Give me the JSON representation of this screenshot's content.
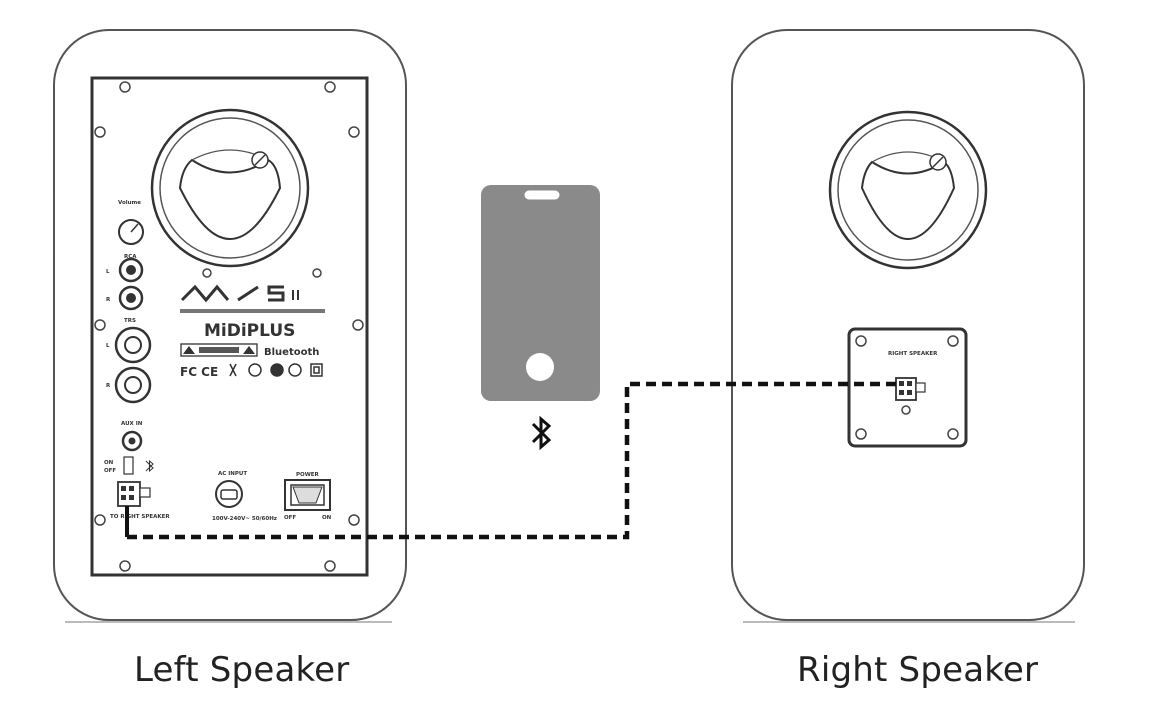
{
  "captions": {
    "left": "Left Speaker",
    "right": "Right Speaker"
  },
  "left_panel": {
    "volume_label": "Volume",
    "rca_label": "RCA",
    "trs_label": "TRS",
    "channel_l": "L",
    "channel_r": "R",
    "aux_label": "AUX IN",
    "switch_on": "ON",
    "switch_off": "OFF",
    "ac_input_label": "AC INPUT",
    "ac_spec": "100V-240V~ 50/60Hz",
    "power_label": "POWER",
    "power_off": "OFF",
    "power_on": "ON",
    "to_right_label": "TO RIGHT SPEAKER",
    "model_logo": "M/5 II",
    "brand_logo": "MiDiPLUS",
    "bluetooth_logo": "Bluetooth",
    "cert_marks": "FC CE"
  },
  "right_panel": {
    "connector_label": "RIGHT SPEAKER"
  },
  "icons": {
    "phone": "smartphone-icon",
    "bluetooth": "bluetooth-icon"
  },
  "colors": {
    "outline": "#555555",
    "phone_fill": "#8a8a8a",
    "cable": "#111111"
  }
}
